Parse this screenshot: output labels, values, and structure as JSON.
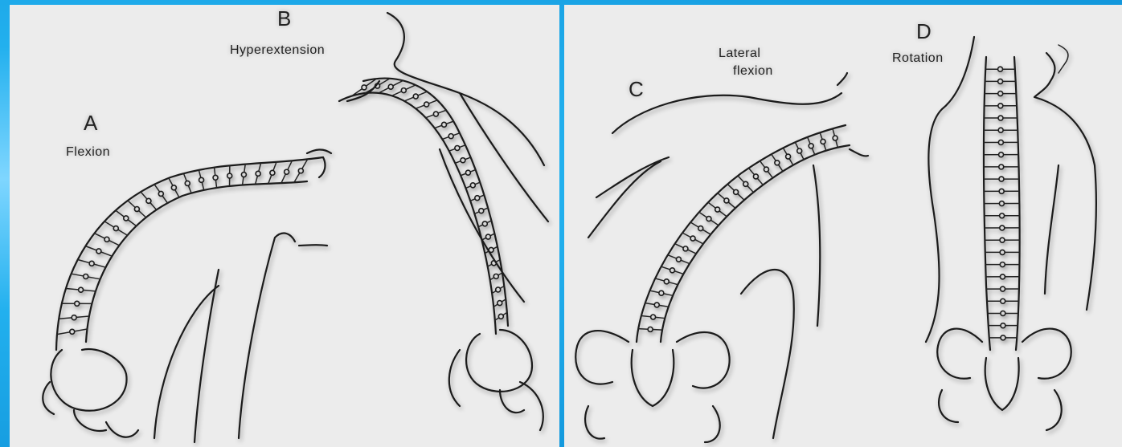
{
  "panels": [
    {
      "id": "left",
      "figures": [
        {
          "letter": "A",
          "caption": "Flexion"
        },
        {
          "letter": "B",
          "caption": "Hyperextension"
        }
      ]
    },
    {
      "id": "right",
      "figures": [
        {
          "letter": "C",
          "caption_line1": "Lateral",
          "caption_line2": "flexion"
        },
        {
          "letter": "D",
          "caption": "Rotation"
        }
      ]
    }
  ]
}
